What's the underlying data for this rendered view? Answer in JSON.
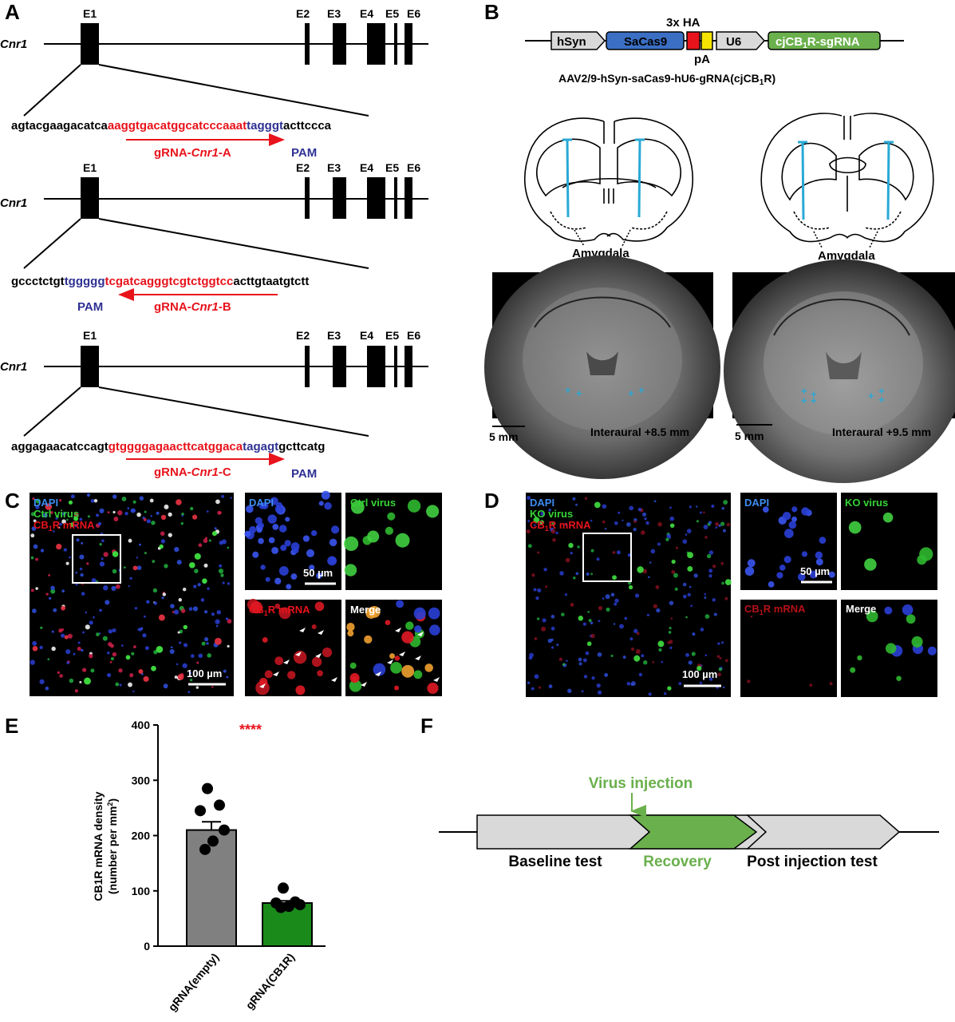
{
  "panel_letters": {
    "a": "A",
    "b": "B",
    "c": "C",
    "d": "D",
    "e": "E",
    "f": "F"
  },
  "gene": {
    "name": "Cnr1",
    "exons": [
      "E1",
      "E2",
      "E3",
      "E4",
      "E5",
      "E6"
    ]
  },
  "grnas": [
    {
      "seq_pre": "agtacgaagacatca",
      "seq_guide": "aaggtgacatggcatcccaaat",
      "seq_pam": "tagggt",
      "seq_post": "acttccca",
      "label_prefix": "gRNA-",
      "label_gene": "Cnr1",
      "label_suffix": "-A",
      "pam": "PAM"
    },
    {
      "seq_pre": "gccctctgt",
      "seq_pam": "tggggg",
      "seq_guide": "tcgatcagggtcgtctggtcc",
      "seq_post": "acttgtaatgtctt",
      "label_prefix": "gRNA-",
      "label_gene": "Cnr1",
      "label_suffix": "-B",
      "pam": "PAM"
    },
    {
      "seq_pre": "aggagaacatccagt",
      "seq_guide": "gtggggagaacttcatggaca",
      "seq_pam": "tagagt",
      "seq_post": "gcttcatg",
      "label_prefix": "gRNA-",
      "label_gene": "Cnr1",
      "label_suffix": "-C",
      "pam": "PAM"
    }
  ],
  "construct": {
    "hsyn": "hSyn",
    "sacas9": "SaCas9",
    "ha": "3x HA",
    "pa": "pA",
    "u6": "U6",
    "sgrna_pre": "cjCB",
    "sgrna_sub": "1",
    "sgrna_post": "R-sgRNA",
    "title_pre": "AAV2/9-hSyn-saCas9-hU6-gRNA(cjCB",
    "title_sub": "1",
    "title_post": "R)"
  },
  "brain": {
    "amygdala": "Amygdala",
    "scale": "5 mm",
    "mri_left": "Interaural +8.5 mm",
    "mri_right": "Interaural +9.5 mm"
  },
  "micro_c": {
    "dapi": "DAPI",
    "virus": "Ctrl virus",
    "cb_pre": "CB",
    "cb_sub": "1",
    "cb_post": "R mRNA",
    "scale_large": "100 µm",
    "scale_small": "50 µm",
    "merge": "Merge"
  },
  "micro_d": {
    "dapi": "DAPI",
    "virus": "KO virus",
    "cb_pre": "CB",
    "cb_sub": "1",
    "cb_post": "R mRNA",
    "scale_large": "100 µm",
    "scale_small": "50 µm",
    "merge": "Merge"
  },
  "timeline": {
    "virus": "Virus injection",
    "baseline": "Baseline test",
    "recovery": "Recovery",
    "post": "Post injection test"
  },
  "colors": {
    "red": "#e8131b",
    "blue": "#2e3192",
    "green": "#6ab04c",
    "darkgreen": "#1a8a1a",
    "gray": "#808080",
    "lightgray": "#d9d9d9",
    "cyan": "#29a9d6"
  },
  "chart_data": {
    "type": "bar",
    "categories": [
      "gRNA(empty)",
      "gRNA(CB1R)"
    ],
    "values": [
      210,
      78
    ],
    "errors": [
      15,
      4
    ],
    "points": [
      [
        285,
        255,
        245,
        210,
        190,
        175
      ],
      [
        105,
        80,
        78,
        75,
        72,
        70
      ]
    ],
    "ylabel_line1": "CB1R mRNA density",
    "ylabel_line2_pre": "(number per mm",
    "ylabel_line2_sup": "2",
    "ylabel_line2_post": ")",
    "ylim": [
      0,
      400
    ],
    "yticks": [
      "0",
      "100",
      "200",
      "300",
      "400"
    ],
    "significance": "****",
    "bar_colors": [
      "#808080",
      "#1a8a1a"
    ]
  }
}
